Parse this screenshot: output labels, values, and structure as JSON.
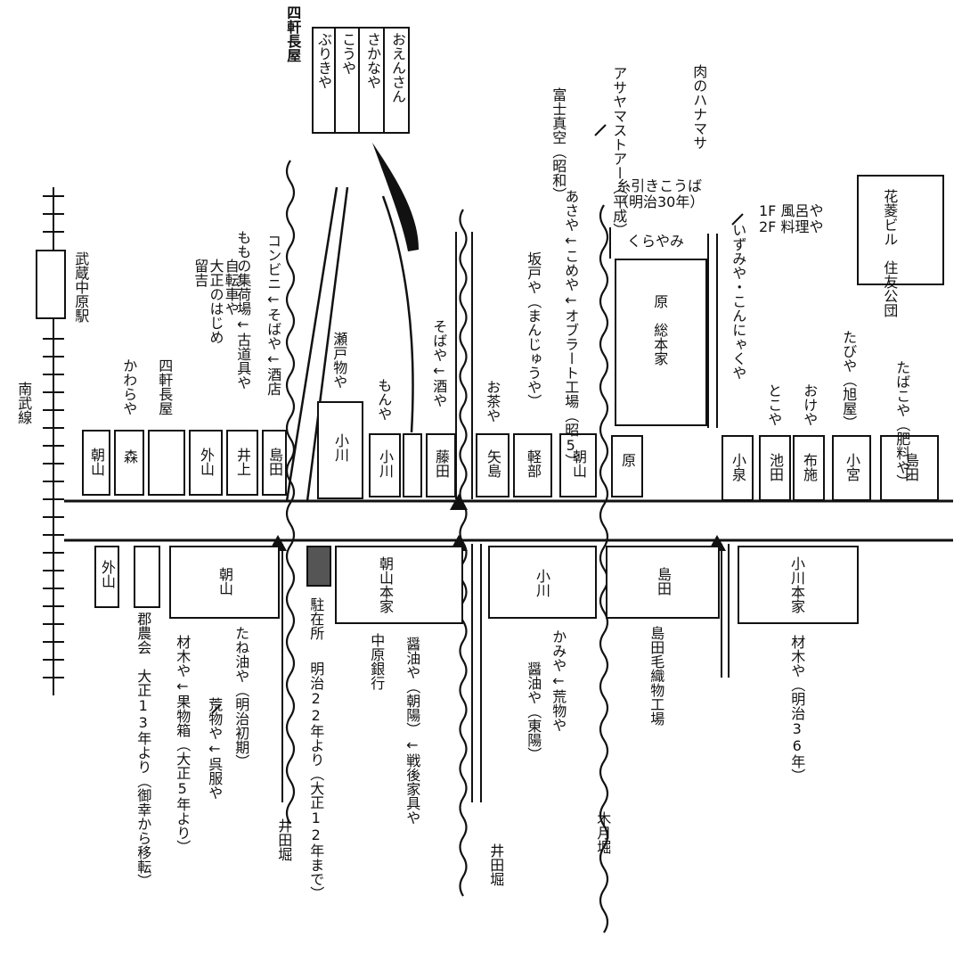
{
  "station": {
    "name": "武蔵中原駅",
    "line": "南武線"
  },
  "top_row_four": {
    "title": "四軒長屋",
    "stores": [
      "おえんさん",
      "さかなや",
      "こうや",
      "ぶりきや"
    ]
  },
  "north_plots": [
    "朝山",
    "森",
    "外山",
    "井上",
    "島田",
    "小川",
    "小川",
    "藤田",
    "矢島",
    "軽部",
    "朝山",
    "原",
    "小泉",
    "池田",
    "布施",
    "小宮",
    "島田"
  ],
  "north_labels": {
    "asayama_kawara": "かわらや",
    "yonken": "四軒長屋",
    "tomekichi": "自転車や\n大正のはじめ\n留吉",
    "momo": "ももの集荷場←古道具や",
    "conbini": "コンビニ←そばや←酒店",
    "setomono": "瀬戸物や",
    "monya": "もんや",
    "sobaya": "そばや←酒や",
    "ochaya": "お茶や",
    "sakado": "坂戸や（まんじゅうや）",
    "asaya": "あさや←こめや←オブラート工場（昭5）",
    "fuji": "富士真空（昭和）",
    "asayama_store": "アサヤマストアー（平成）",
    "hanamasa": "肉のハナマサ",
    "itohiki": "糸引きこうば\n（明治30年）",
    "kurayami": "くらやみ",
    "hara_honke": "原　総本家",
    "izumiya": "いずみや・こんにゃくや",
    "furoya": "1F 風呂や\n2F 料理や",
    "tokoya": "とこや",
    "okeya": "おけや",
    "tabiya": "たびや（旭屋）",
    "tabakoya": "たばこや（肥料や）",
    "hanabishi": "花菱ビル　住友公団"
  },
  "south_plots": [
    "外山",
    "",
    "朝山",
    "駐在所",
    "朝山本家",
    "小川",
    "島田",
    "小川本家"
  ],
  "south_labels": {
    "gunnokai": "郡農会　大正13年より（御幸から移転）",
    "zaimoku1": "材木や←果物箱（大正5年より）",
    "taneabura": "たね油や（明治初期）",
    "aramono": "荒物や←呉服や",
    "chuzai": "明治22年より（大正12年まで）",
    "nakahara_bank": "中原銀行",
    "shoyu1": "醤油や（朝陽）←戦後家具や",
    "kamiya": "かみや←荒物や",
    "shoyu2": "醤油や（東陽）",
    "keori": "島田毛織物工場",
    "zaimoku2": "材木や（明治36年）"
  },
  "waterways": [
    "井田堀",
    "井田堀",
    "木月堀"
  ]
}
